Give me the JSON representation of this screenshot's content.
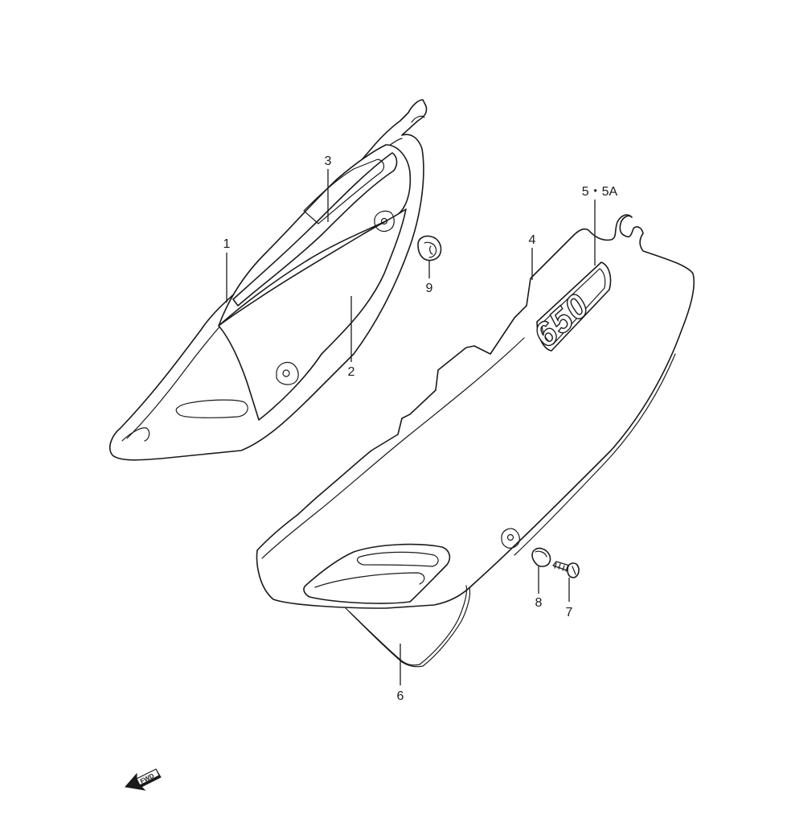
{
  "callouts": {
    "c1": "1",
    "c2": "2",
    "c3": "3",
    "c4": "4",
    "c5": "5・5A",
    "c6": "6",
    "c7": "7",
    "c8": "8",
    "c9": "9"
  },
  "emblem": {
    "text": "650"
  },
  "fwd_arrow": {
    "label": "FWD"
  }
}
